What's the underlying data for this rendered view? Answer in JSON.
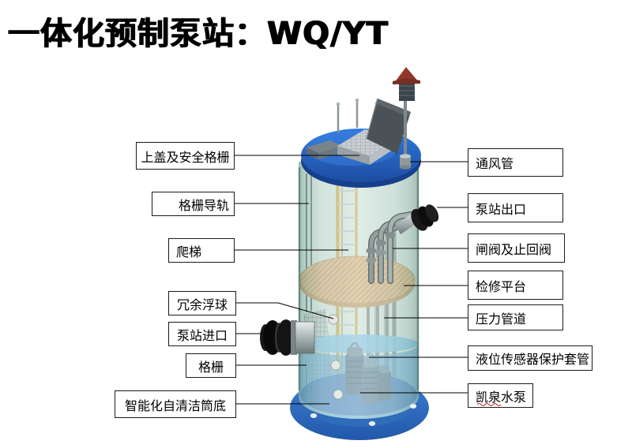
{
  "title": "一体化预制泵站：WQ/YT",
  "labels": {
    "left": [
      {
        "id": "top-cover-safety-grille",
        "text": "上盖及安全格栅"
      },
      {
        "id": "grille-guide-rail",
        "text": "格栅导轨"
      },
      {
        "id": "ladder",
        "text": "爬梯"
      },
      {
        "id": "redundant-float-ball",
        "text": "冗余浮球"
      },
      {
        "id": "pump-station-inlet",
        "text": "泵站进口"
      },
      {
        "id": "grille",
        "text": "格栅"
      },
      {
        "id": "smart-self-cleaning-bottom",
        "text": "智能化自清洁筒底"
      }
    ],
    "right": [
      {
        "id": "vent-pipe",
        "text": "通风管"
      },
      {
        "id": "pump-station-outlet",
        "text": "泵站出口"
      },
      {
        "id": "gate-and-check-valve",
        "text": "闸阀及止回阀"
      },
      {
        "id": "maintenance-platform",
        "text": "检修平台"
      },
      {
        "id": "pressure-pipe",
        "text": "压力管道"
      },
      {
        "id": "level-sensor-protection-sleeve",
        "text": "液位传感器保护套管"
      },
      {
        "id": "kaiquan-water-pump",
        "text": "凯泉水泵"
      }
    ]
  },
  "colors": {
    "lid_blue": "#2263c6",
    "tank_teal": "#cfe2dc",
    "water_blue": "#4f9cd4",
    "base_blue": "#2a66b8",
    "platform_tan": "#d8ae74",
    "ladder_yellow": "#c8a036",
    "pipe_grey": "#9aa6a8",
    "fitting_black": "#141414",
    "misspell_underline_red": "#d02020"
  }
}
